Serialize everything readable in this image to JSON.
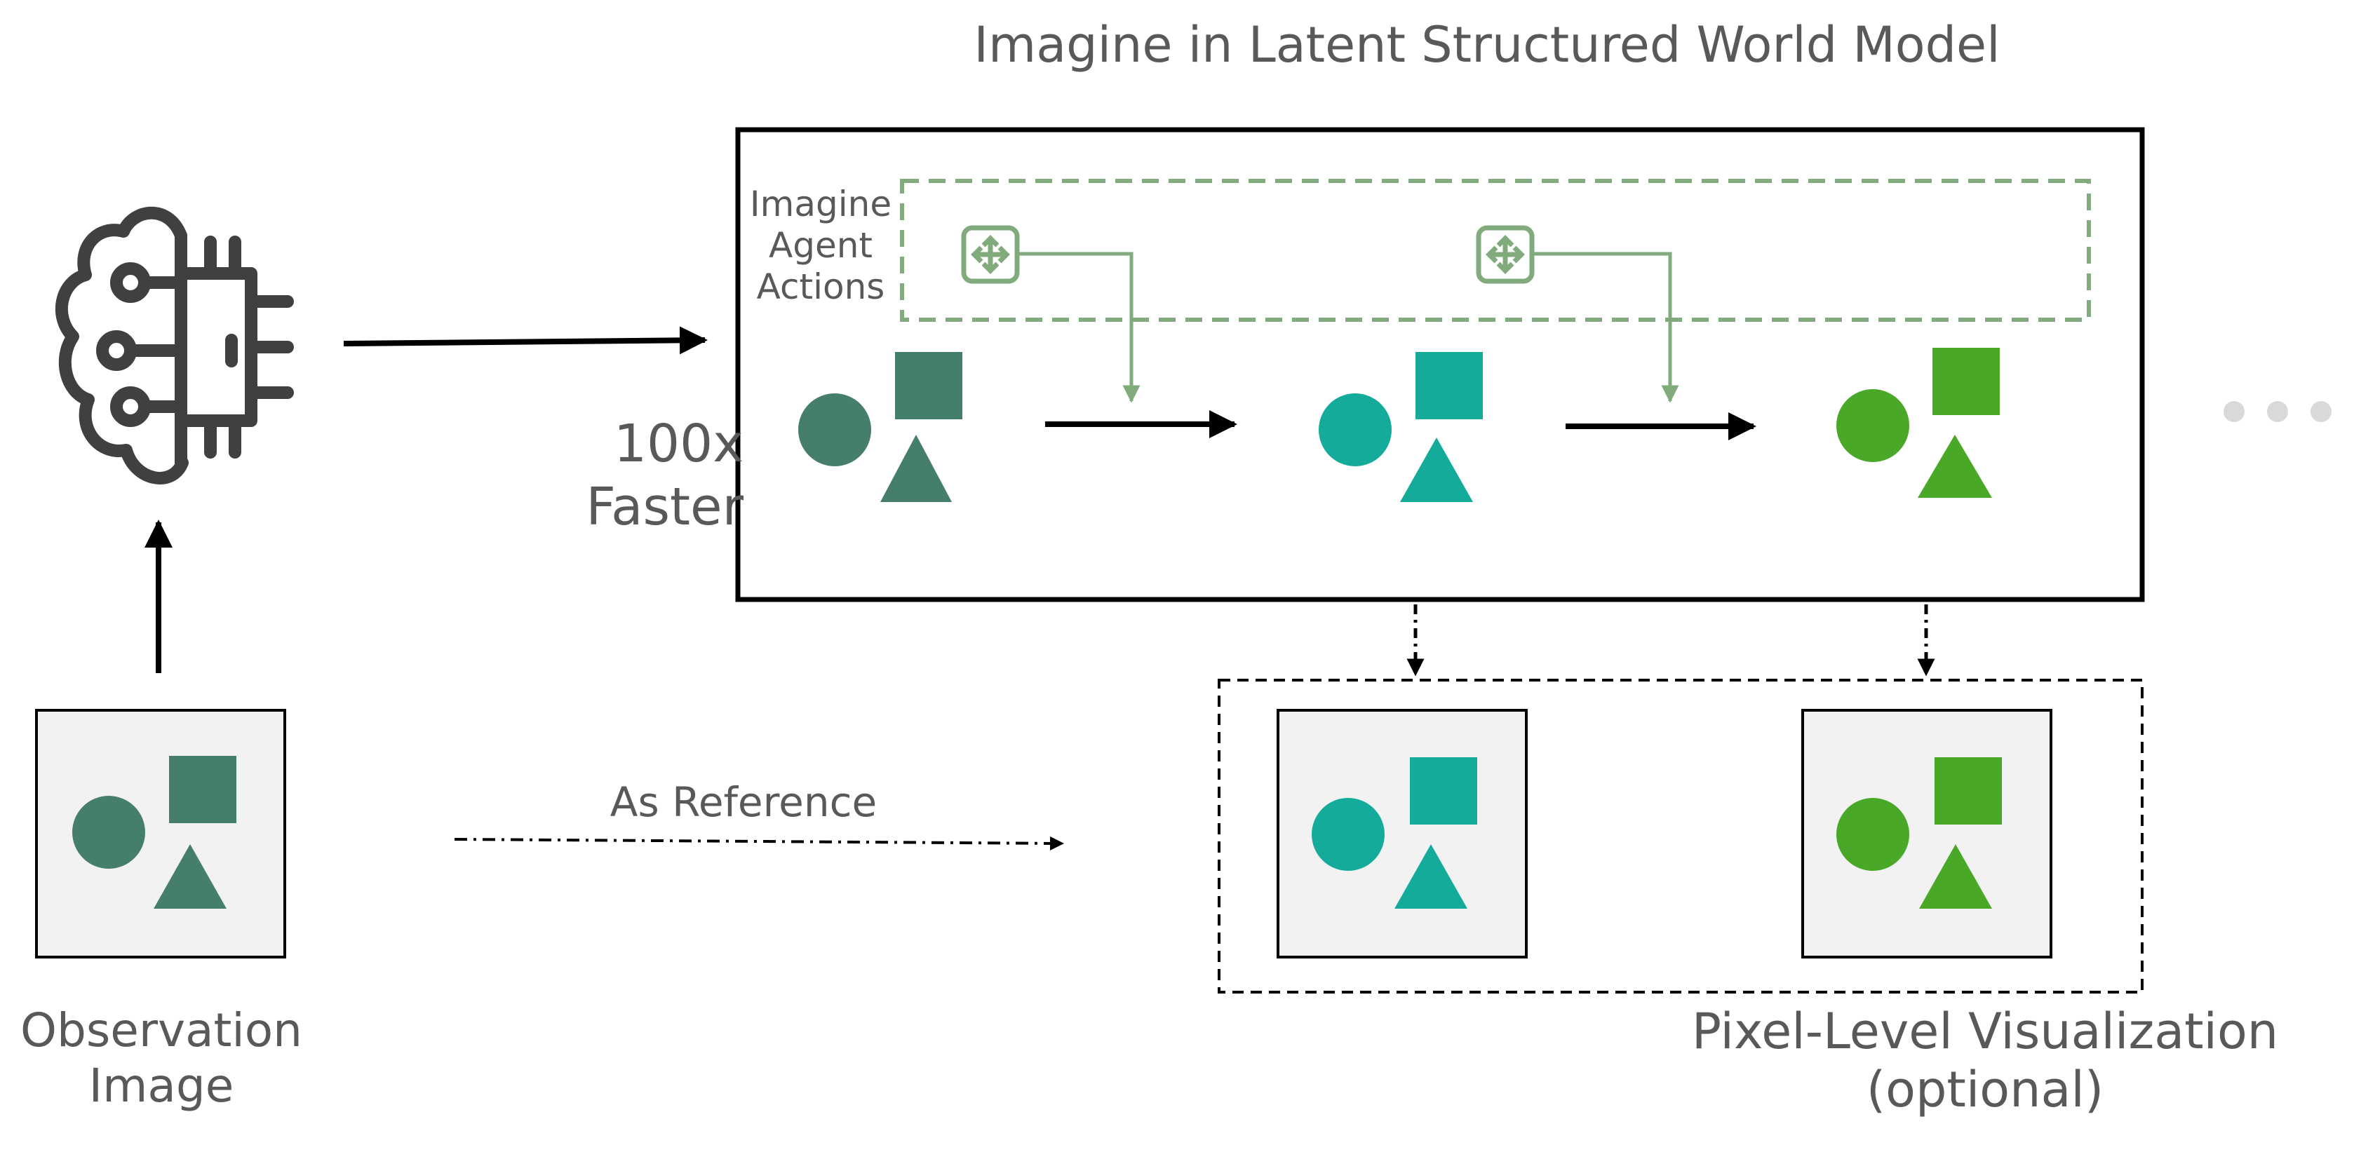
{
  "title": "Imagine in Latent Structured World Model",
  "speedup_label": [
    "100x",
    "Faster"
  ],
  "imagine_actions_label": [
    "Imagine",
    "Agent",
    "Actions"
  ],
  "observation_label": [
    "Observation",
    "Image"
  ],
  "pixel_label": [
    "Pixel-Level Visualization",
    "(optional)"
  ],
  "reference_label": "As Reference",
  "icons": {
    "agent": "brain-circuit-icon",
    "action": "move-arrows-icon",
    "continuation": "ellipsis-icon"
  },
  "colors": {
    "observation_shapes": "#457f6b",
    "step1_shapes": "#14ab9a",
    "step2_shapes": "#4aa829",
    "action_green": "#82ab7d",
    "image_bg": "#f2f2f2",
    "text_gray": "#595959",
    "dots_gray": "#d9d9d9"
  }
}
